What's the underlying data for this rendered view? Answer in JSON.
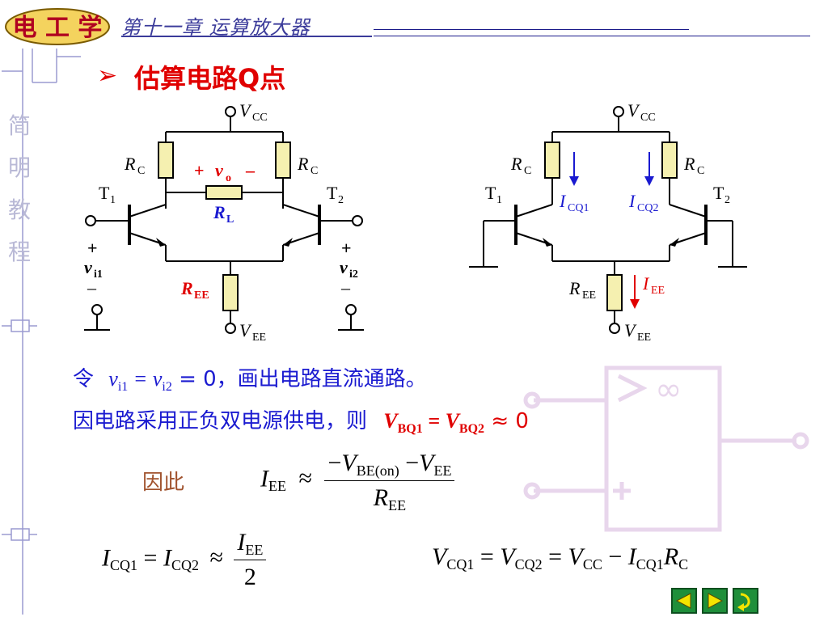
{
  "header": {
    "logo_text": "电 工 学",
    "chapter_title": "第十一章  运算放大器"
  },
  "sidebar": {
    "vertical_text": [
      "简",
      "明",
      "教",
      "程"
    ]
  },
  "slide": {
    "title_bullet": "➢",
    "title": "估算电路Q点",
    "line1_prefix": "令",
    "line1_suffix": "= 0，画出电路直流通路。",
    "line2_text": "因电路采用正负双电源供电，则",
    "line2_tail": "≈ 0",
    "therefore": "因此"
  },
  "circuit_left": {
    "vcc": "V",
    "vcc_sub": "CC",
    "vee": "V",
    "vee_sub": "EE",
    "rc": "R",
    "rc_sub": "C",
    "t1": "T",
    "t1_sub": "1",
    "t2": "T",
    "t2_sub": "2",
    "vo": "v",
    "vo_sub": "o",
    "rl": "R",
    "rl_sub": "L",
    "ree": "R",
    "ree_sub": "EE",
    "vi1": "v",
    "vi1_sub": "i1",
    "vi2": "v",
    "vi2_sub": "i2",
    "plus": "+",
    "minus": "–"
  },
  "circuit_right": {
    "vcc": "V",
    "vcc_sub": "CC",
    "vee": "V",
    "vee_sub": "EE",
    "rc": "R",
    "rc_sub": "C",
    "t1": "T",
    "t1_sub": "1",
    "t2": "T",
    "t2_sub": "2",
    "icq1": "I",
    "icq1_sub": "CQ1",
    "icq2": "I",
    "icq2_sub": "CQ2",
    "ree": "R",
    "ree_sub": "EE",
    "iee": "I",
    "iee_sub": "EE"
  },
  "colors": {
    "title": "#e00000",
    "body_text": "#1a1ad0",
    "nav_green": "#1f8f3a",
    "resistor_fill": "#f5f0b0"
  },
  "nav": {
    "prev_icon": "triangle-left-icon",
    "next_icon": "triangle-right-icon",
    "return_icon": "return-arrow-icon"
  }
}
